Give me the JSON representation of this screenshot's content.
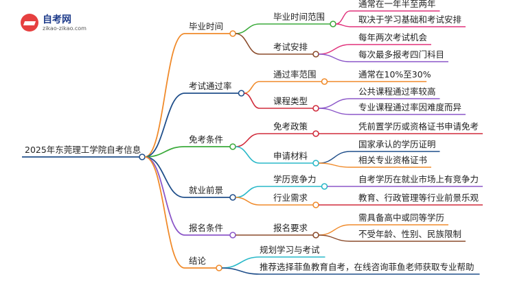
{
  "logo": {
    "title": "自考网",
    "subtitle": "zikao-zikao.com"
  },
  "root": "2025年东莞理工学院自考信息",
  "branches": [
    {
      "label": "毕业时间",
      "color": "#f08a2a",
      "children": [
        {
          "label": "毕业时间范围",
          "color": "#3aaa3a",
          "leaves": [
            {
              "label": "通常在一年半至两年",
              "color": "#e0307a"
            },
            {
              "label": "取决于学习基础和考试安排",
              "color": "#e0307a"
            }
          ]
        },
        {
          "label": "考试安排",
          "color": "#8a4a2a",
          "leaves": [
            {
              "label": "每年两次考试机会",
              "color": "#e0307a"
            },
            {
              "label": "每次最多报考四门科目",
              "color": "#8b56c8"
            }
          ]
        }
      ]
    },
    {
      "label": "考试通过率",
      "color": "#1f4e8a",
      "children": [
        {
          "label": "通过率范围",
          "color": "#f08a2a",
          "leaves": [
            {
              "label": "通常在10%至30%",
              "color": "#f08a2a"
            }
          ]
        },
        {
          "label": "课程类型",
          "color": "#d02a3a",
          "leaves": [
            {
              "label": "公共课程通过率较高",
              "color": "#8b56c8"
            },
            {
              "label": "专业课程通过率因难度而异",
              "color": "#8b56c8"
            }
          ]
        }
      ]
    },
    {
      "label": "免考条件",
      "color": "#3aaa3a",
      "children": [
        {
          "label": "免考政策",
          "color": "#d02a3a",
          "leaves": [
            {
              "label": "凭前置学历或资格证书申请免考",
              "color": "#d02a3a"
            }
          ]
        },
        {
          "label": "申请材料",
          "color": "#28b8c8",
          "leaves": [
            {
              "label": "国家承认的学历证明",
              "color": "#1f4e8a"
            },
            {
              "label": "相关专业资格证书",
              "color": "#f08a2a"
            }
          ]
        }
      ]
    },
    {
      "label": "就业前景",
      "color": "#1f4e8a",
      "children": [
        {
          "label": "学历竞争力",
          "color": "#28b8c8",
          "leaves": [
            {
              "label": "自考学历在就业市场上有竞争力",
              "color": "#8b56c8"
            }
          ]
        },
        {
          "label": "行业需求",
          "color": "#f08a2a",
          "leaves": [
            {
              "label": "教育、行政管理等行业前景乐观",
              "color": "#d02a3a"
            }
          ]
        }
      ]
    },
    {
      "label": "报名条件",
      "color": "#8b56c8",
      "children": [
        {
          "label": "报名要求",
          "color": "#8a4a2a",
          "leaves": [
            {
              "label": "需具备高中或同等学历",
              "color": "#f08a2a"
            },
            {
              "label": "不受年龄、性别、民族限制",
              "color": "#8a4a2a"
            }
          ]
        }
      ]
    },
    {
      "label": "结论",
      "color": "#f08a2a",
      "children": [
        {
          "label": "规划学习与考试",
          "color": "#28b8c8",
          "leaves": []
        },
        {
          "label": "推荐选择菲鱼教育自考，在线咨询菲鱼老师获取专业帮助",
          "color": "#1f4e8a",
          "leaves": []
        }
      ]
    }
  ]
}
